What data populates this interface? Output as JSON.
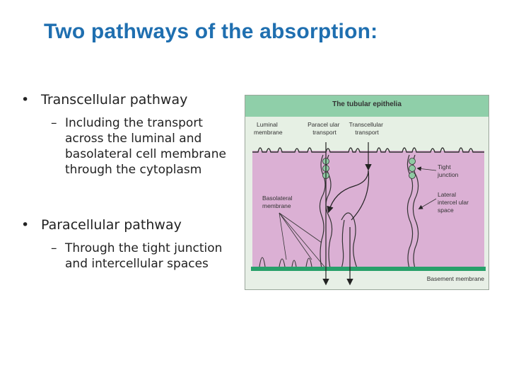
{
  "slide": {
    "title": "Two pathways of the absorption:",
    "bullets": [
      {
        "label": "Transcellular pathway",
        "sub_lines": [
          "Including the transport",
          "across the luminal and",
          "basolateral cell membrane",
          "through the cytoplasm"
        ]
      },
      {
        "label": "Paracellular pathway",
        "sub_lines": [
          "Through the tight junction",
          "and intercellular spaces"
        ]
      }
    ]
  },
  "figure": {
    "header": "The tubular epithelia",
    "luminal_membrane": [
      "Luminal",
      "membrane"
    ],
    "paracellular_transport": [
      "Paracel ular",
      "transport"
    ],
    "transcellular_transport": [
      "Transcellular",
      "transport"
    ],
    "tight_junction": [
      "Tight",
      "junction"
    ],
    "lateral_space": [
      "Lateral",
      "intercel ular",
      "space"
    ],
    "basolateral_membrane": [
      "Basolateral",
      "membrane"
    ],
    "basement_membrane": "Basement membrane",
    "colors": {
      "header_bg": "#8fcfa9",
      "cytoplasm": "#dbb0d4",
      "basement": "#27a06a",
      "tight_junction": "#8fc9a3",
      "bullet_title": "#1f6fb0"
    }
  }
}
